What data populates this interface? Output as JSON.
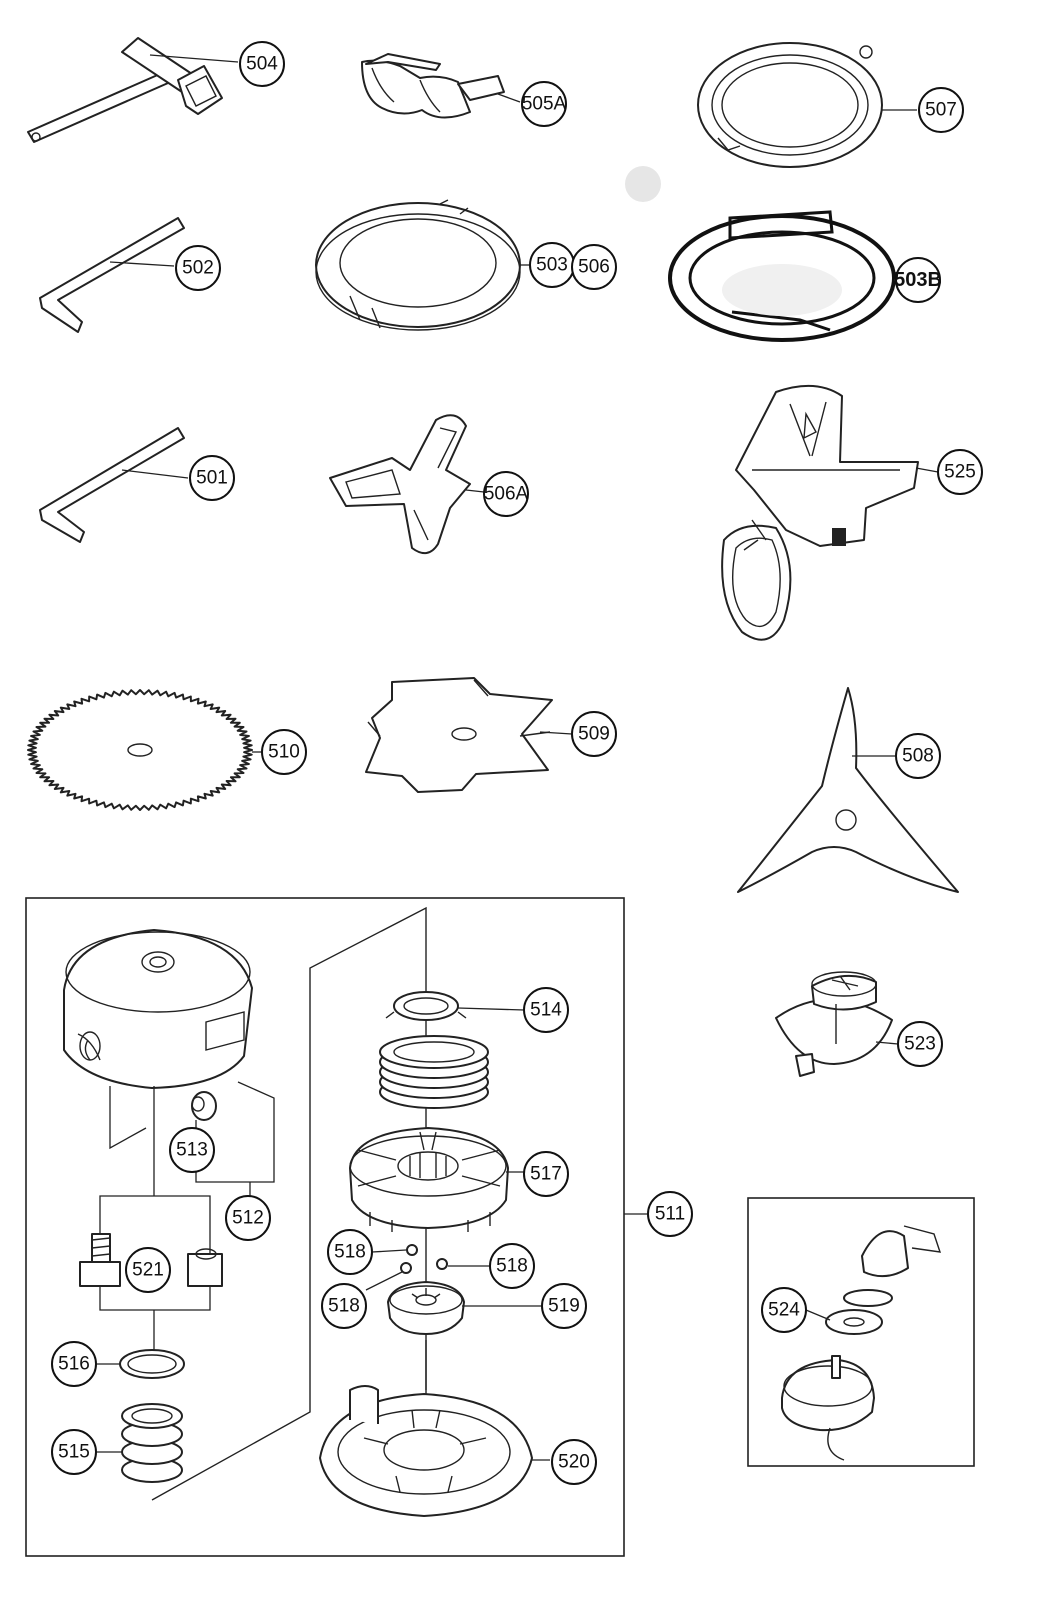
{
  "callouts": [
    {
      "id": "504",
      "label": "504"
    },
    {
      "id": "505A",
      "label": "505A"
    },
    {
      "id": "507",
      "label": "507"
    },
    {
      "id": "502",
      "label": "502"
    },
    {
      "id": "503",
      "label": "503"
    },
    {
      "id": "506",
      "label": "506"
    },
    {
      "id": "503B",
      "label": "503B"
    },
    {
      "id": "501",
      "label": "501"
    },
    {
      "id": "506A",
      "label": "506A"
    },
    {
      "id": "525",
      "label": "525"
    },
    {
      "id": "510",
      "label": "510"
    },
    {
      "id": "509",
      "label": "509"
    },
    {
      "id": "508",
      "label": "508"
    },
    {
      "id": "514",
      "label": "514"
    },
    {
      "id": "523",
      "label": "523"
    },
    {
      "id": "513",
      "label": "513"
    },
    {
      "id": "517",
      "label": "517"
    },
    {
      "id": "512",
      "label": "512"
    },
    {
      "id": "511",
      "label": "511"
    },
    {
      "id": "518a",
      "label": "518"
    },
    {
      "id": "518b",
      "label": "518"
    },
    {
      "id": "521",
      "label": "521"
    },
    {
      "id": "518c",
      "label": "518"
    },
    {
      "id": "519",
      "label": "519"
    },
    {
      "id": "524",
      "label": "524"
    },
    {
      "id": "516",
      "label": "516"
    },
    {
      "id": "515",
      "label": "515"
    },
    {
      "id": "520",
      "label": "520"
    }
  ]
}
